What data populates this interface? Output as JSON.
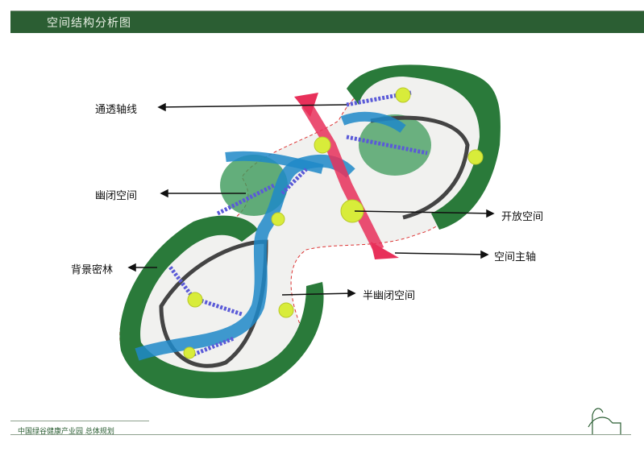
{
  "header": {
    "title": "空间结构分析图"
  },
  "labels": {
    "axis_through": "通透轴线",
    "enclosed_space": "幽闭空间",
    "background_forest": "背景密林",
    "open_space": "开放空间",
    "main_axis": "空间主轴",
    "semi_enclosed_space": "半幽闭空间"
  },
  "footer": {
    "text": "中国绿谷健康产业园 总体规划"
  },
  "colors": {
    "header": "#2b5e33",
    "forest": "#2a7a3a",
    "water": "#1e88c8",
    "axis": "#e8305a",
    "node": "#d8ec3a"
  }
}
